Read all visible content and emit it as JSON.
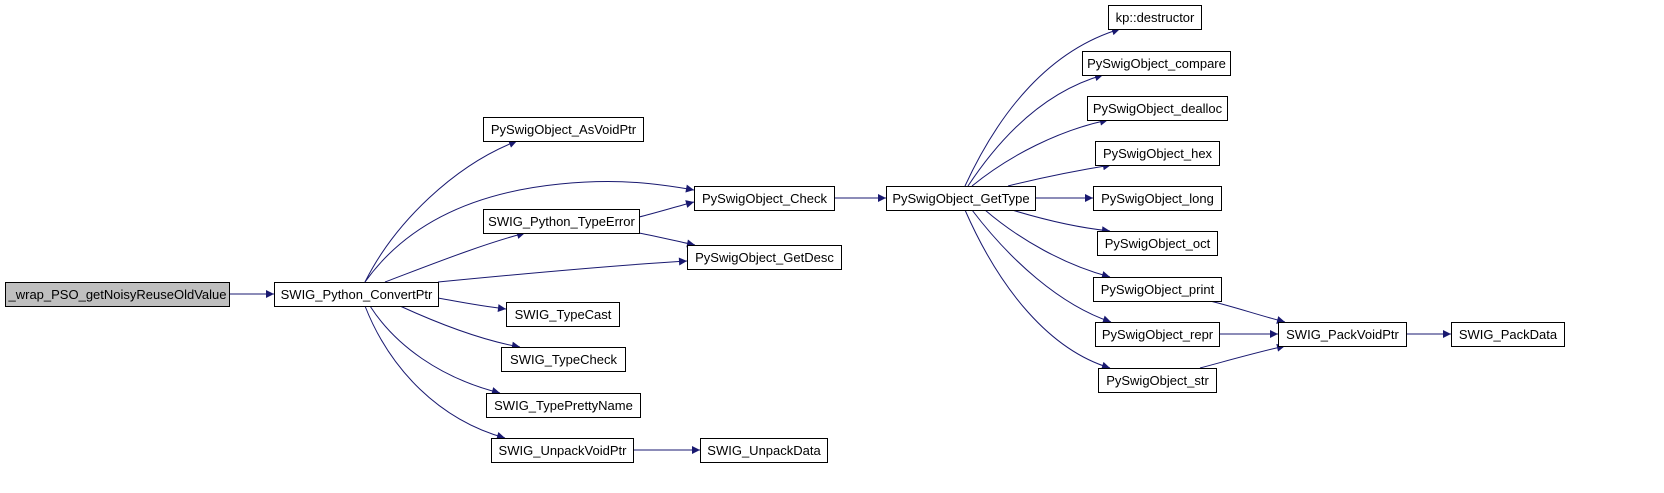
{
  "diagram": {
    "type": "call-graph",
    "colors": {
      "edge": "#191970",
      "node_border": "#000000",
      "node_fill": "#ffffff",
      "root_fill": "#bfbfbf"
    },
    "nodes": [
      {
        "id": "n0",
        "label": "_wrap_PSO_getNoisyReuseOldValue",
        "root": true
      },
      {
        "id": "n1",
        "label": "SWIG_Python_ConvertPtr"
      },
      {
        "id": "n2",
        "label": "PySwigObject_AsVoidPtr"
      },
      {
        "id": "n3",
        "label": "SWIG_Python_TypeError"
      },
      {
        "id": "n4",
        "label": "PySwigObject_Check"
      },
      {
        "id": "n5",
        "label": "PySwigObject_GetDesc"
      },
      {
        "id": "n6",
        "label": "SWIG_TypeCast"
      },
      {
        "id": "n7",
        "label": "SWIG_TypeCheck"
      },
      {
        "id": "n8",
        "label": "SWIG_TypePrettyName"
      },
      {
        "id": "n9",
        "label": "SWIG_UnpackVoidPtr"
      },
      {
        "id": "n10",
        "label": "SWIG_UnpackData"
      },
      {
        "id": "n11",
        "label": "PySwigObject_GetType"
      },
      {
        "id": "n12",
        "label": "kp::destructor"
      },
      {
        "id": "n13",
        "label": "PySwigObject_compare"
      },
      {
        "id": "n14",
        "label": "PySwigObject_dealloc"
      },
      {
        "id": "n15",
        "label": "PySwigObject_hex"
      },
      {
        "id": "n16",
        "label": "PySwigObject_long"
      },
      {
        "id": "n17",
        "label": "PySwigObject_oct"
      },
      {
        "id": "n18",
        "label": "PySwigObject_print"
      },
      {
        "id": "n19",
        "label": "PySwigObject_repr"
      },
      {
        "id": "n20",
        "label": "PySwigObject_str"
      },
      {
        "id": "n21",
        "label": "SWIG_PackVoidPtr"
      },
      {
        "id": "n22",
        "label": "SWIG_PackData"
      }
    ],
    "edges": [
      [
        "n0",
        "n1"
      ],
      [
        "n1",
        "n2"
      ],
      [
        "n1",
        "n4"
      ],
      [
        "n1",
        "n3"
      ],
      [
        "n1",
        "n5"
      ],
      [
        "n1",
        "n6"
      ],
      [
        "n1",
        "n7"
      ],
      [
        "n1",
        "n8"
      ],
      [
        "n1",
        "n9"
      ],
      [
        "n3",
        "n4"
      ],
      [
        "n3",
        "n5"
      ],
      [
        "n9",
        "n10"
      ],
      [
        "n4",
        "n11"
      ],
      [
        "n11",
        "n12"
      ],
      [
        "n11",
        "n13"
      ],
      [
        "n11",
        "n14"
      ],
      [
        "n11",
        "n15"
      ],
      [
        "n11",
        "n16"
      ],
      [
        "n11",
        "n17"
      ],
      [
        "n11",
        "n18"
      ],
      [
        "n11",
        "n19"
      ],
      [
        "n11",
        "n20"
      ],
      [
        "n18",
        "n21"
      ],
      [
        "n19",
        "n21"
      ],
      [
        "n20",
        "n21"
      ],
      [
        "n21",
        "n22"
      ]
    ]
  }
}
